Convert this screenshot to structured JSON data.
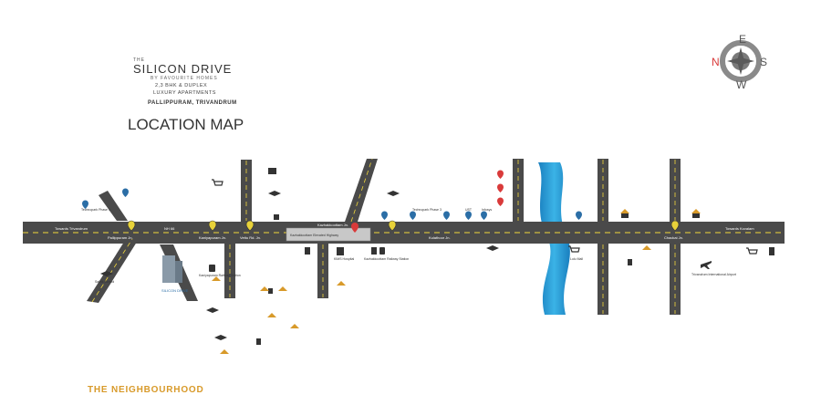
{
  "brand": {
    "the": "THE",
    "name": "SILICON DRIVE",
    "by": "BY FAVOURITE HOMES",
    "line1": "2,3 BHK & DUPLEX",
    "line2": "LUXURY APARTMENTS",
    "location": "PALLIPPURAM, TRIVANDRUM"
  },
  "title": "LOCATION MAP",
  "footer": "THE NEIGHBOURHOOD",
  "compass": {
    "n": "N",
    "e": "E",
    "s": "S",
    "w": "W"
  },
  "roads": {
    "towards_trivandrum": "Towards Trivandrum",
    "towards_kovalam": "Towards Kovalam",
    "nh66": "NH 66",
    "pallippuram_jn": "Pallippuram Jn.",
    "kaniyapuram_jn": "Kaniyapuram Jn.",
    "vettu_rd_jn": "Vettu Rd. Jn.",
    "kazhakkoottam_jn": "Kazhakkoottam Jn.",
    "bypass": "Kazhakkoottam Elevated Highway",
    "kulathoor_jn": "Kulathoor Jn.",
    "chackai_jn": "Chackai Jn."
  },
  "places": {
    "silicon_drive": "SILICON DRIVE",
    "technopark_1": "Technopark Phase 1",
    "technopark_3": "Technopark Phase 3",
    "infosys": "Infosys",
    "ust": "UST",
    "lulu_mall": "Lulu Mall",
    "kims": "KIMS Hospital",
    "kazhakkoottam_station": "Kazhakkoottam Railway Station",
    "sainik_school": "Sainik School",
    "kaniyapuram_station": "Kaniyapuram Railway Station",
    "airport": "Trivandrum International Airport"
  },
  "colors": {
    "road": "#4a4a4a",
    "road_edge": "#3a3a3a",
    "lane": "#f2d83a",
    "river": "#2aa6d8",
    "pin_blue": "#2b6ea6",
    "pin_red": "#d93a3a",
    "pin_yellow": "#e8d23a",
    "accent": "#d89a2a"
  }
}
